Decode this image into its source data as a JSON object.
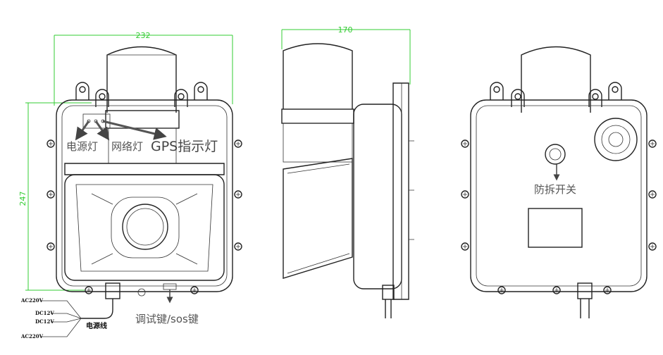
{
  "dimensions": {
    "front_width": "232",
    "front_height": "247",
    "side_depth": "170"
  },
  "labels": {
    "power_light": "电源灯",
    "network_light": "网络灯",
    "gps_light": "GPS指示灯",
    "tamper_switch": "防拆开关",
    "debug_sos_key": "调试键/sos键",
    "power_cable": "电源线"
  },
  "wires": [
    "AC220V",
    "DC12V",
    "DC12V",
    "AC220V"
  ],
  "colors": {
    "dimension": "#33cc33",
    "line": "#222222",
    "label": "#555555"
  }
}
